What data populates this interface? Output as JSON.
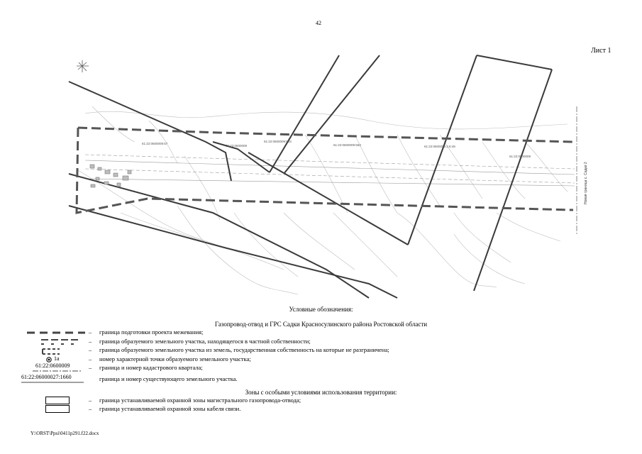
{
  "page_number": "42",
  "sheet_label": "Лист 1",
  "map": {
    "parcel_labels": [
      "61:22:0600009:57",
      "61:22:0600009",
      "61:22:0600009:563",
      "61:22:0600009:563",
      "61:22:0600009:1:6:49",
      "61:22:0600009"
    ],
    "vertical_label": "Новая граница с. Садки 2"
  },
  "legend": {
    "title": "Условные обозначения:",
    "subtitle": "Газопровод-отвод и ГРС Садки Красносулинского района Ростовской области",
    "items": [
      {
        "text": "граница подготовки проекта межевания;"
      },
      {
        "text": "граница образуемого земельного участка, находящегося в частной собственности;"
      },
      {
        "text": "граница образуемого земельного участка из земель, государственная собственность на которые не разграничена;"
      },
      {
        "symbol_label": "1a",
        "text": "номер характерной точки образуемого земельного участка;"
      },
      {
        "symbol_label": "61:22:0600009",
        "text": "граница и номер кадастрового квартала;"
      },
      {
        "symbol_label": "61:22:06000027:1660",
        "text": "граница и номер существующего земельного участка."
      }
    ],
    "dash": "–",
    "zones_title": "Зоны с особыми условиями использования территории:",
    "zone_items": [
      {
        "text": "граница устанавливаемой охранной зоны магистрального газопровода-отвода;"
      },
      {
        "text": "граница устанавливаемой охранной зоны кабеля связи."
      }
    ]
  },
  "footer_path": "Y:\\ORST\\Ppsi\\0411p291.f22.docx"
}
